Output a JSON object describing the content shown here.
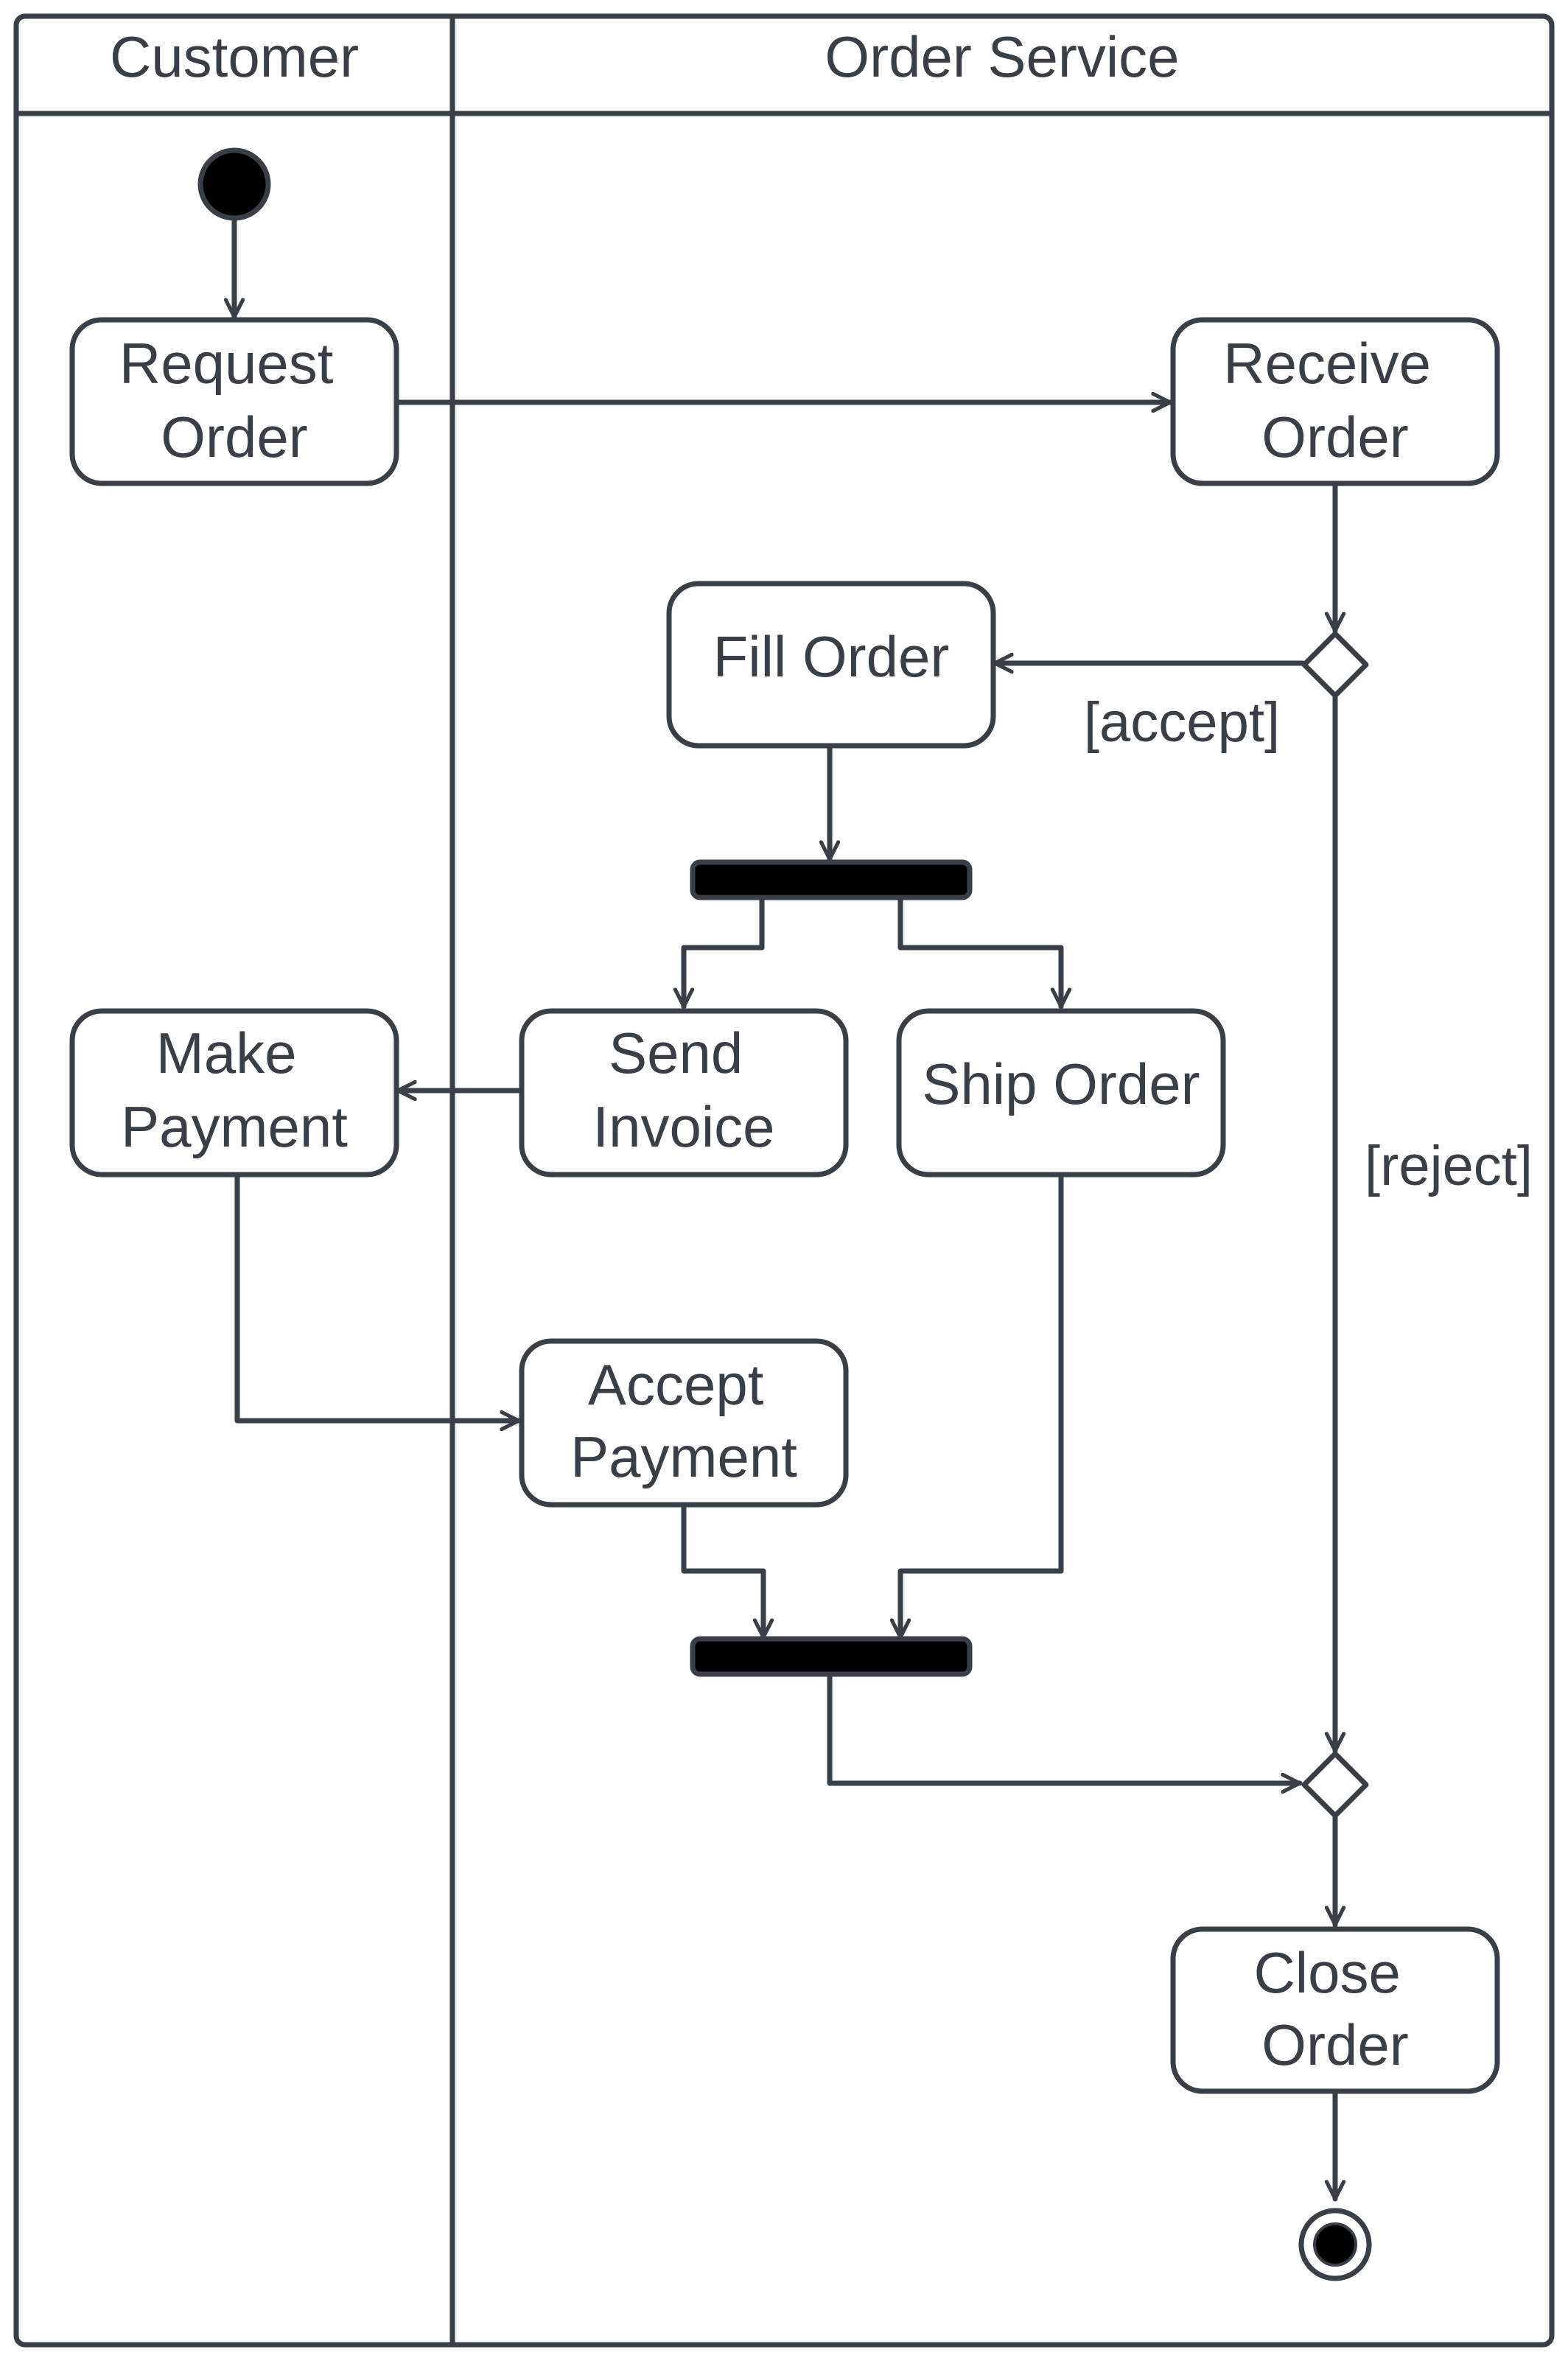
{
  "lanes": [
    {
      "id": "customer",
      "title": "Customer"
    },
    {
      "id": "order_service",
      "title": "Order Service"
    }
  ],
  "nodes": {
    "request_order": [
      "Request",
      "Order"
    ],
    "receive_order": [
      "Receive",
      "Order"
    ],
    "fill_order": [
      "Fill Order"
    ],
    "make_payment": [
      "Make",
      "Payment"
    ],
    "send_invoice": [
      "Send",
      "Invoice"
    ],
    "ship_order": [
      "Ship Order"
    ],
    "accept_payment": [
      "Accept",
      "Payment"
    ],
    "close_order": [
      "Close",
      "Order"
    ]
  },
  "guards": {
    "accept": "[accept]",
    "reject": "[reject]"
  },
  "colors": {
    "line": "#3a3f47",
    "fill_dark": "#000000",
    "background": "#ffffff"
  }
}
